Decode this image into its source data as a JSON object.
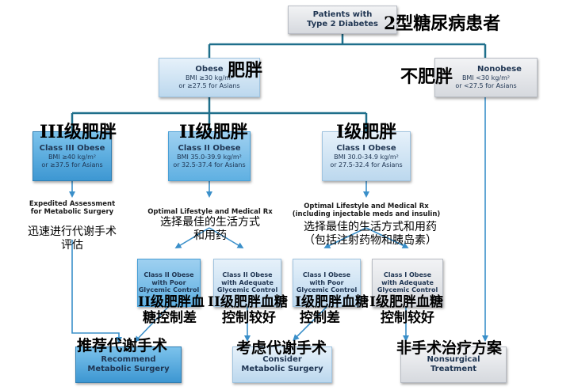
{
  "top": {
    "box": [
      "Patients with",
      "Type 2 Diabetes"
    ],
    "cn": "2型糖尿病患者"
  },
  "obese": {
    "title": "Obese",
    "l1": "BMI ≥30 kg/m²",
    "l2": "or ≥27.5 for Asians",
    "cn": "肥胖"
  },
  "nonobese": {
    "title": "Nonobese",
    "l1": "BMI <30 kg/m²",
    "l2": "or <27.5 for Asians",
    "cn": "不肥胖"
  },
  "class3": {
    "title": "Class III Obese",
    "l1": "BMI ≥40 kg/m²",
    "l2": "or ≥37.5 for Asians",
    "cn": "III级肥胖"
  },
  "class2": {
    "title": "Class II Obese",
    "l1": "BMI 35.0-39.9 kg/m²",
    "l2": "or 32.5-37.4 for Asians",
    "cn": "II级肥胖"
  },
  "class1": {
    "title": "Class I Obese",
    "l1": "BMI 30.0-34.9 kg/m²",
    "l2": "or 27.5-32.4 for Asians",
    "cn": "I级肥胖"
  },
  "expedited": {
    "en": [
      "Expedited Assessment",
      "for Metabolic Surgery"
    ],
    "cn": [
      "迅速进行代谢手术",
      "评估"
    ]
  },
  "lifestyle2": {
    "en": "Optimal Lifestyle and Medical Rx",
    "cn": [
      "选择最佳的生活方式",
      "和用药"
    ]
  },
  "lifestyle1": {
    "en": [
      "Optimal Lifestyle and Medical Rx",
      "(including injectable meds and insulin)"
    ],
    "cn": [
      "选择最佳的生活方式和用药",
      "（包括注射药物和胰岛素）"
    ]
  },
  "sub": {
    "c2poor": {
      "en": [
        "Class II Obese",
        "with Poor",
        "Glycemic Control"
      ],
      "cn": [
        "II级肥胖血",
        "糖控制差"
      ]
    },
    "c2adq": {
      "en": [
        "Class II Obese",
        "with Adequate",
        "Glycemic Control"
      ],
      "cn": [
        "II级肥胖血糖",
        "控制较好"
      ]
    },
    "c1poor": {
      "en": [
        "Class I Obese",
        "with Poor",
        "Glycemic Control"
      ],
      "cn": [
        "I级肥胖血糖",
        "控制差"
      ]
    },
    "c1adq": {
      "en": [
        "Class I Obese",
        "with Adequate",
        "Glycemic Control"
      ],
      "cn": [
        "I级肥胖血糖",
        "控制较好"
      ]
    }
  },
  "outcomes": {
    "recommend": {
      "en": [
        "Recommend",
        "Metabolic Surgery"
      ],
      "cn": "推荐代谢手术"
    },
    "consider": {
      "en": [
        "Consider",
        "Metabolic Surgery"
      ],
      "cn": "考虑代谢手术"
    },
    "nonsurg": {
      "en": [
        "Nonsurgical",
        "Treatment"
      ],
      "cn": "非手术治疗方案"
    }
  },
  "colors": {
    "line": "#1f6f8b",
    "arrow": "#3a8fc9",
    "grey": "#d6d9de",
    "pale": "#bcd8ee",
    "mid": "#5fb0e2",
    "deep": "#3d97d2"
  }
}
